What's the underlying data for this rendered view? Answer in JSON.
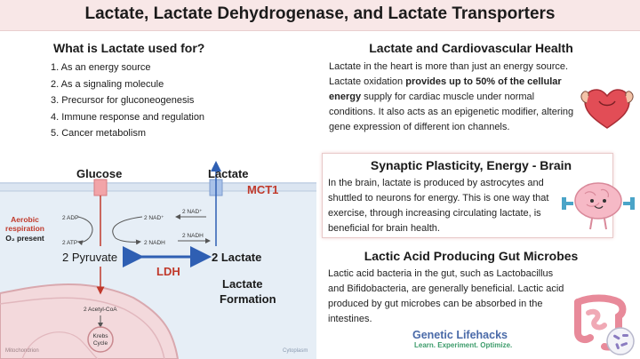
{
  "header": {
    "title": "Lactate, Lactate Dehydrogenase, and Lactate Transporters"
  },
  "uses": {
    "title": "What is Lactate used for?",
    "items": [
      "1.  As an energy source",
      "2.  As a signaling molecule",
      "3.  Precursor for gluconeogenesis",
      "4.  Immune response and regulation",
      "5.  Cancer metabolism"
    ]
  },
  "diagram": {
    "glucose": "Glucose",
    "lactate": "Lactate",
    "mct1": "MCT1",
    "aerobic_line1": "Aerobic",
    "aerobic_line2": "respiration",
    "o2_present": "O₂ present",
    "adp": "2 ADP",
    "atp": "2 ATP",
    "nad_left": "2 NAD⁺",
    "nadh_left": "2 NADH",
    "nad_right": "2 NAD⁺",
    "nadh_right": "2 NADH",
    "pyruvate": "2 Pyruvate",
    "ldh": "LDH",
    "lactate2": "2 Lactate",
    "formation_line1": "Lactate",
    "formation_line2": "Formation",
    "acetyl": "2 Acetyl-CoA",
    "krebs_line1": "Krebs",
    "krebs_line2": "Cycle",
    "mitochondrion": "Mitochondrion",
    "cytoplasm": "Cytoplasm"
  },
  "cardio": {
    "title": "Lactate and Cardiovascular Health",
    "line1": "Lactate in the heart is more than just an energy source.",
    "line2a": "Lactate oxidation ",
    "line2b": "provides up to 50% of the cellular",
    "line3a": "energy",
    "line3b": " supply for cardiac muscle under normal",
    "line4": "conditions.  It also acts as an epigenetic modifier, altering",
    "line5": "gene expression of different ion channels."
  },
  "brain": {
    "title": "Synaptic Plasticity, Energy - Brain",
    "lines": [
      "In the brain, lactate is produced by astrocytes and",
      "shuttled to neurons for energy. This is one way that",
      "exercise, through increasing circulating lactate, is",
      "beneficial for brain health."
    ]
  },
  "gut": {
    "title": "Lactic Acid Producing Gut Microbes",
    "lines": [
      "Lactic acid bacteria in the gut, such as Lactobacillus",
      "and Bifidobacteria,  are generally beneficial. Lactic acid",
      "produced by gut microbes can be absorbed in the",
      "intestines."
    ]
  },
  "logo": {
    "name": "Genetic Lifehacks",
    "tagline": "Learn. Experiment. Optimize."
  },
  "colors": {
    "banner": "#f8e7e7",
    "accent_red": "#c0392b",
    "arrow_blue": "#2f5fb3",
    "logo_blue": "#4a6aa8",
    "logo_green": "#3d9c6b"
  }
}
